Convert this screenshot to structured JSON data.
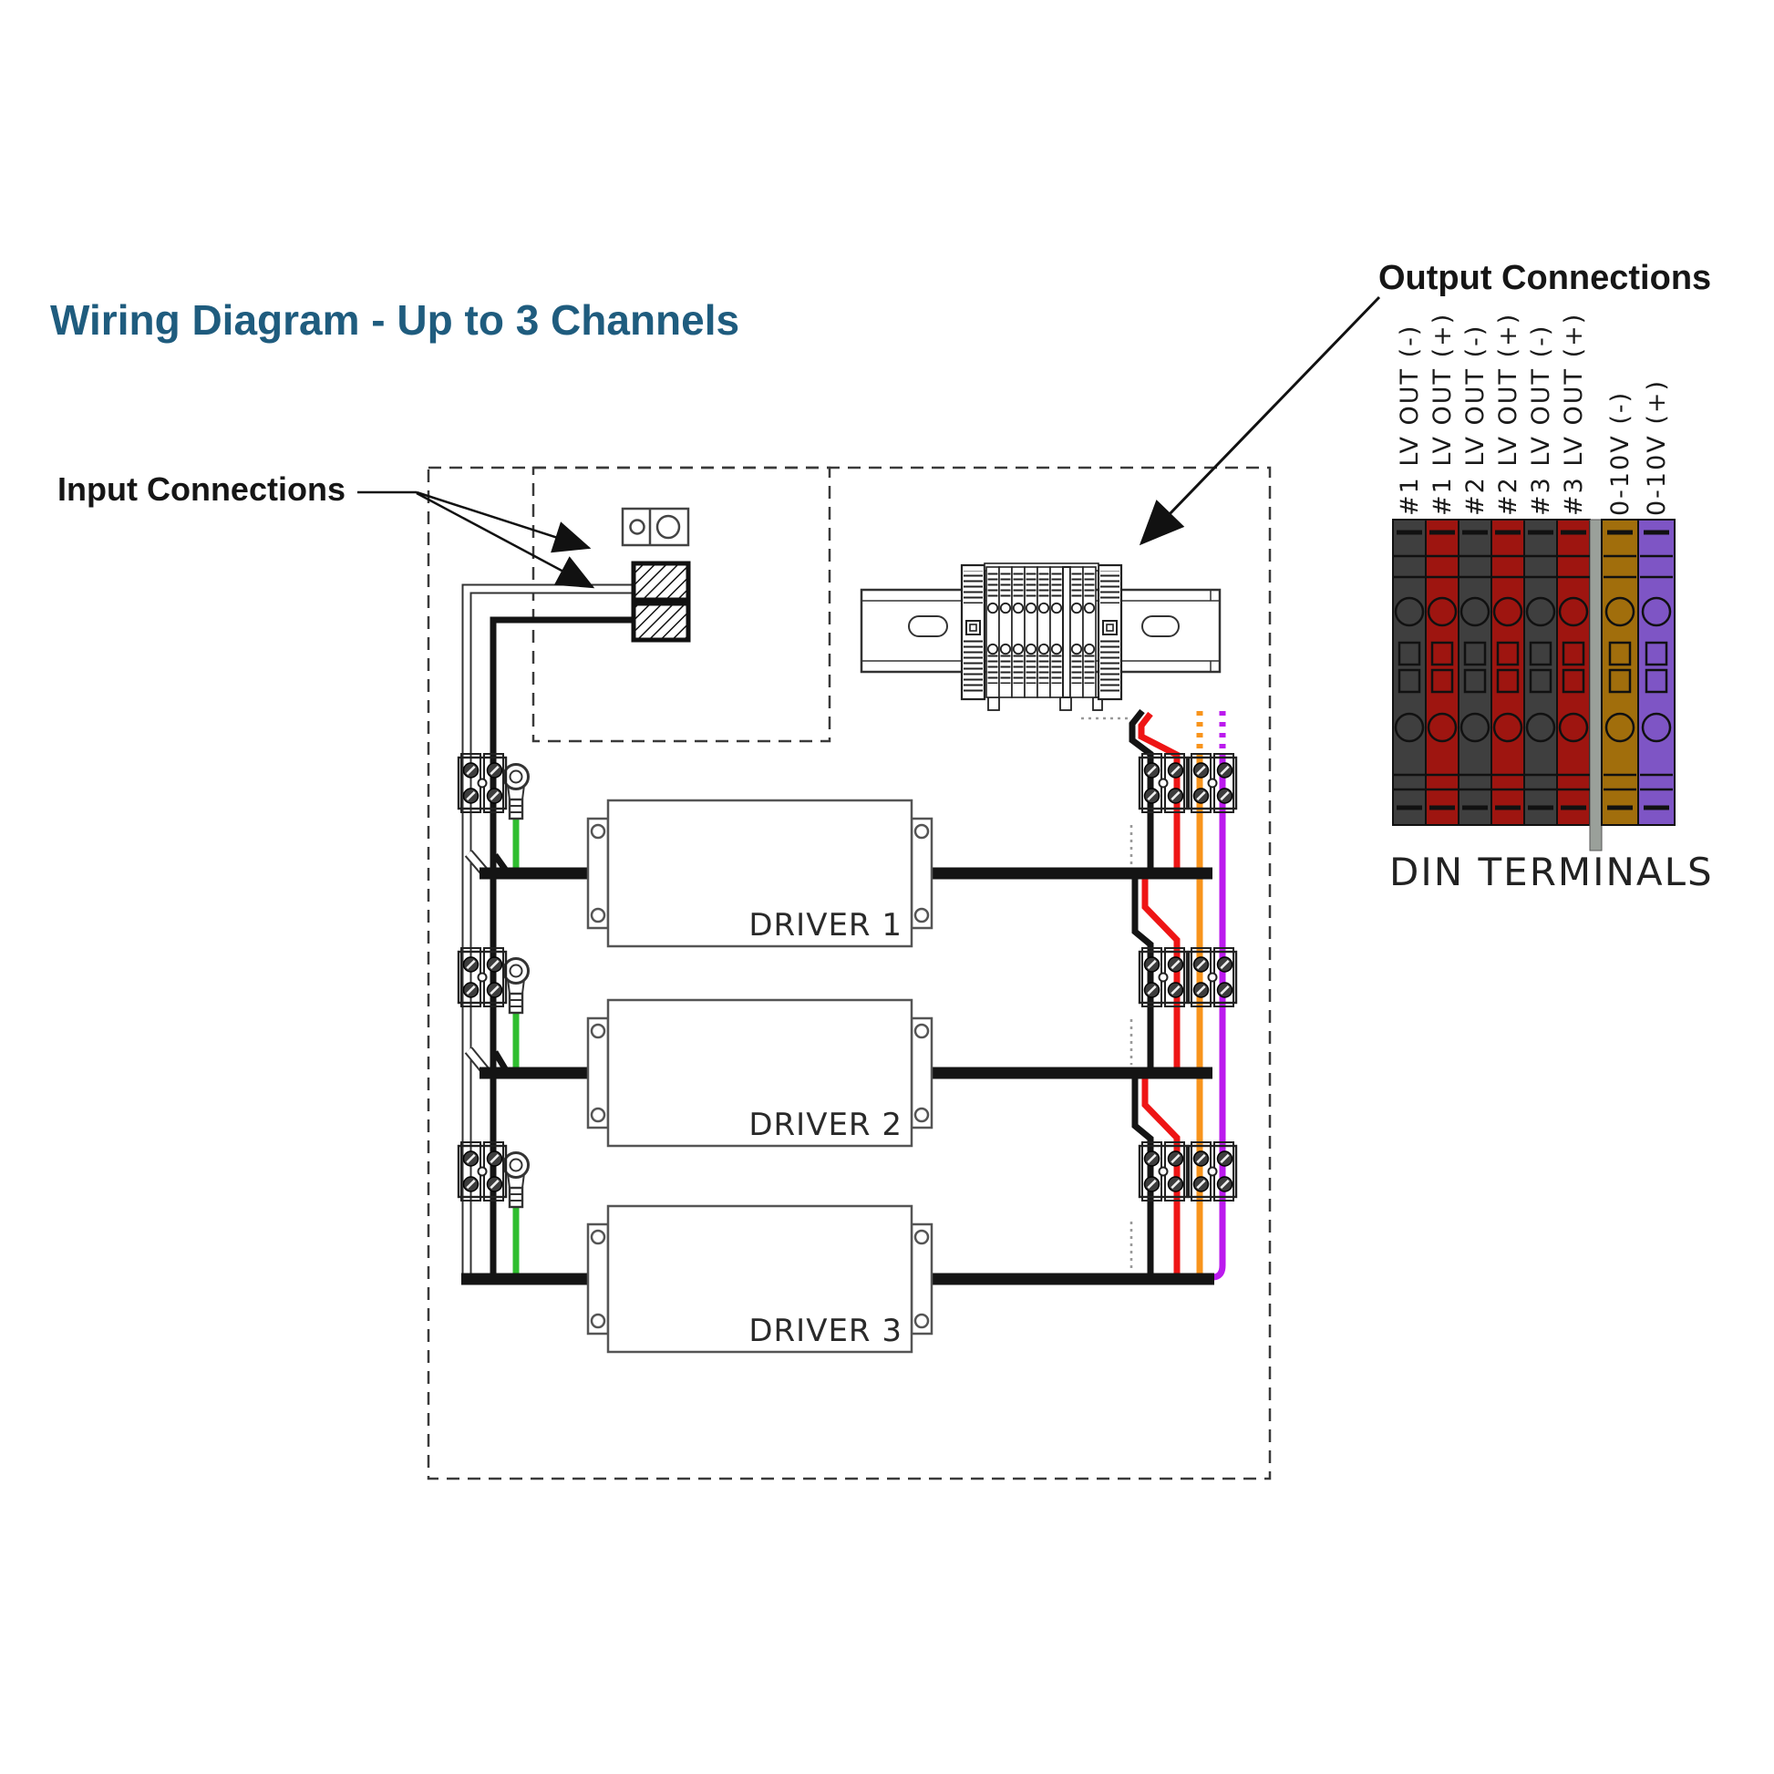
{
  "title": {
    "text": "Wiring Diagram - Up to 3 Channels",
    "color": "#1f5c7e"
  },
  "annotations": {
    "input_label": "Input Connections",
    "output_label": "Output Connections"
  },
  "drivers": [
    {
      "label": "DRIVER 1"
    },
    {
      "label": "DRIVER 2"
    },
    {
      "label": "DRIVER 3"
    }
  ],
  "din_terminals": {
    "caption": "DIN TERMINALS",
    "separator_color": "#9aa09a",
    "columns": [
      {
        "label": "#1 LV OUT (-)",
        "color": "#3f3f3f"
      },
      {
        "label": "#1 LV OUT (+)",
        "color": "#9e1510"
      },
      {
        "label": "#2 LV OUT (-)",
        "color": "#3f3f3f"
      },
      {
        "label": "#2 LV OUT (+)",
        "color": "#9e1510"
      },
      {
        "label": "#3 LV OUT (-)",
        "color": "#3f3f3f"
      },
      {
        "label": "#3 LV OUT (+)",
        "color": "#9e1510"
      },
      {
        "label": "0-10V (-)",
        "color": "#a16e0c"
      },
      {
        "label": "0-10V (+)",
        "color": "#7e55c5"
      }
    ]
  },
  "wires": {
    "black": "#141414",
    "red": "#ee1515",
    "orange": "#f8941c",
    "purple": "#bb1aee",
    "green": "#2fbe2f",
    "white_wire": "#ffffff",
    "dim_gray": "#999999"
  }
}
